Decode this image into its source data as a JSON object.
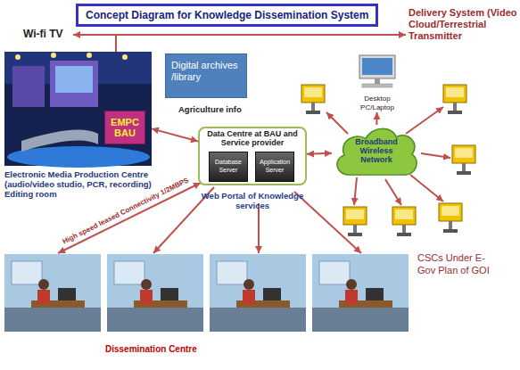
{
  "diagram": {
    "title": "Concept Diagram for Knowledge Dissemination System",
    "nodes": [
      {
        "text": [
          "Electronic Media Production Centre (audio/video studio, PCR, recording) Editing room"
        ]
      },
      {
        "text": [
          "EMPC BAU"
        ],
        "in": 0
      },
      {
        "text": [
          "Digital archives /library"
        ]
      },
      {
        "text": [
          "Data Centre at BAU and Service provider",
          "Web Portal of Knowledge services"
        ]
      },
      {
        "text": [
          "Database Server"
        ],
        "in": 3
      },
      {
        "text": [
          "Application Server"
        ],
        "in": 3
      },
      {
        "text": [
          "Broadband Wireless Network"
        ]
      },
      {
        "text": [
          "Desktop PC/Laptop"
        ]
      }
    ],
    "edges": [
      {
        "from": 0,
        "to": 3,
        "arrow": "both"
      },
      {
        "from": 3,
        "to": 6,
        "arrow": "both"
      },
      {
        "from": 6,
        "to": 7,
        "arrow": "to"
      }
    ],
    "labels": [
      "Wi-fi TV",
      "Delivery System (Video Cloud/Terrestrial Transmitter",
      "Agriculture info",
      "High speed leased Connectivity 1/2MBPS",
      "Dissemination Centre",
      "CSCs Under E-Gov Plan of GOI"
    ]
  }
}
